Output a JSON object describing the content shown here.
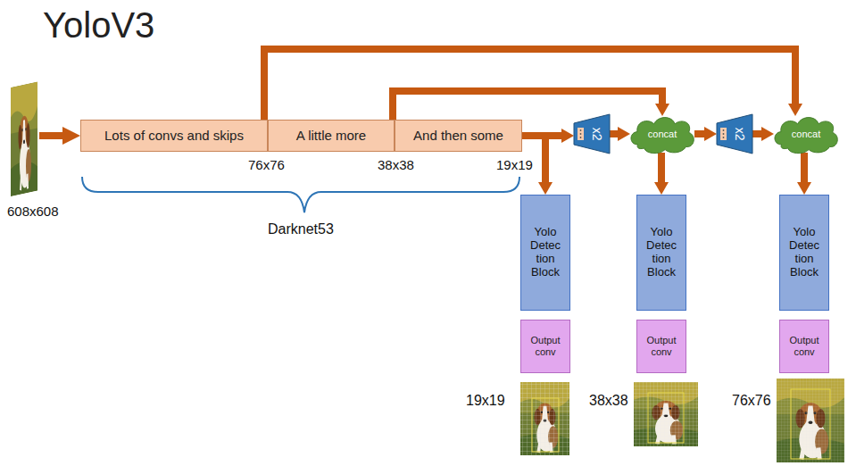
{
  "diagram": {
    "title": "YoloV3",
    "nodes": [
      {
        "text": [
          "Lots of convs and skips"
        ]
      },
      {
        "text": [
          "A little more"
        ]
      },
      {
        "text": [
          "And then some"
        ]
      },
      {
        "text": [
          "x2"
        ]
      },
      {
        "text": [
          "concat"
        ]
      },
      {
        "text": [
          "x2"
        ]
      },
      {
        "text": [
          "concat"
        ]
      },
      {
        "text": [
          "Yolo Detec tion Block"
        ]
      },
      {
        "text": [
          "Output conv"
        ]
      },
      {
        "text": [
          "Yolo Detec tion Block"
        ]
      },
      {
        "text": [
          "Output conv"
        ]
      },
      {
        "text": [
          "Yolo Detec tion Block"
        ]
      },
      {
        "text": [
          "Output conv"
        ]
      }
    ],
    "edges": [
      {
        "from": 0,
        "to": 6,
        "arrow": "to"
      },
      {
        "from": 1,
        "to": 4,
        "arrow": "to"
      },
      {
        "from": 2,
        "to": 3,
        "arrow": "to"
      },
      {
        "from": 3,
        "to": 4,
        "arrow": "to"
      },
      {
        "from": 4,
        "to": 5,
        "arrow": "to"
      },
      {
        "from": 5,
        "to": 6,
        "arrow": "to"
      },
      {
        "from": 2,
        "to": 7,
        "arrow": "to"
      },
      {
        "from": 4,
        "to": 9,
        "arrow": "to"
      },
      {
        "from": 6,
        "to": 11,
        "arrow": "to"
      }
    ],
    "labels": [
      "608x608",
      "76x76",
      "38x38",
      "19x19",
      "Darknet53",
      "19x19",
      "38x38",
      "76x76"
    ]
  }
}
